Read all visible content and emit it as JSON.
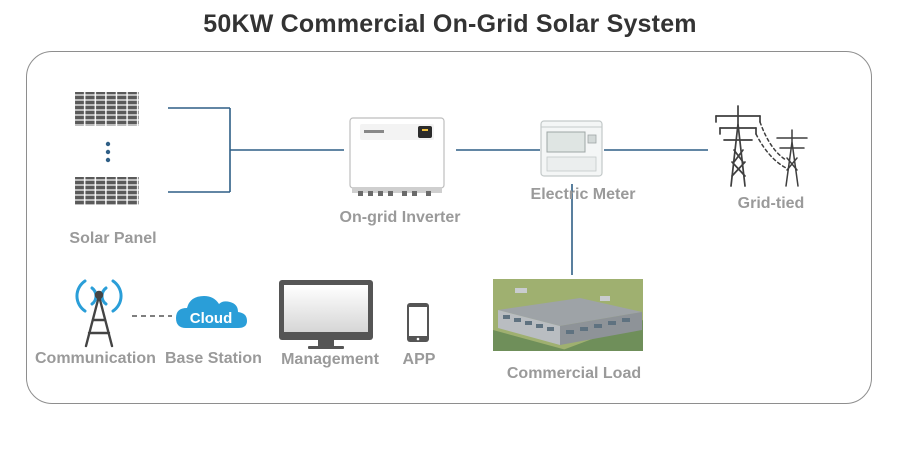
{
  "title": "50KW Commercial On-Grid Solar System",
  "labels": {
    "solar_panel": "Solar Panel",
    "inverter": "On-grid Inverter",
    "meter": "Electric Meter",
    "grid": "Grid-tied",
    "communication": "Communication",
    "base_station": "Base Station",
    "management": "Management",
    "app": "APP",
    "load": "Commercial Load",
    "cloud": "Cloud"
  },
  "colors": {
    "line": "#2f5f86",
    "label": "#9a9a9a",
    "cloud": "#2a9ed8",
    "panel": "#5a5a5a",
    "tower": "#444444",
    "signal": "#2a9ed8"
  }
}
